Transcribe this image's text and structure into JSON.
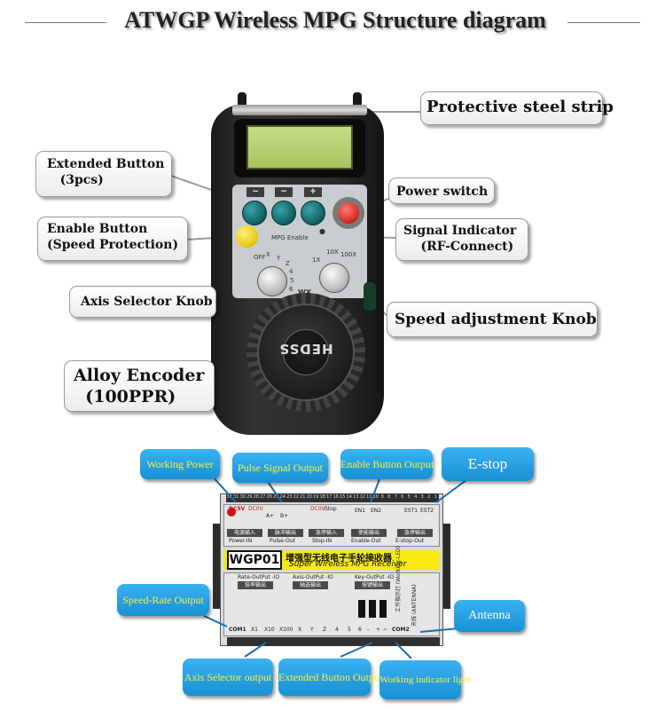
{
  "title": "ATWGP Wireless MPG Structure diagram",
  "pendant": {
    "buttons_symbols": [
      "~",
      "−",
      "+"
    ],
    "enable_text": "MPG Enable",
    "axis_marks": [
      "OFF",
      "X",
      "Y",
      "Z",
      "4",
      "5",
      "6"
    ],
    "speed_marks": [
      "1X",
      "10X",
      "100X"
    ],
    "brand": "WX",
    "wheel_text": "HEDSS"
  },
  "callouts": {
    "protective_steel_strip": "Protective steel strip",
    "extended_button": "Extended Button\n   (3pcs)",
    "power_switch": "Power switch",
    "enable_button": "Enable Button\n(Speed Protection)",
    "signal_indicator": "Signal Indicator\n    (RF-Connect)",
    "axis_selector_knob": "Axis Selector Knob",
    "speed_adjustment_knob": "Speed adjustment Knob",
    "alloy_encoder": "Alloy Encoder\n  (100PPR)"
  },
  "receiver": {
    "model": "WGP01",
    "name_cn": "增强型无线电子手轮接收器",
    "name_en": "Super Wireless MPG Receiver",
    "top_groups": [
      {
        "cn": "电源输入",
        "en": "Power-IN"
      },
      {
        "cn": "脉冲输出",
        "en": "Pulse-Out"
      },
      {
        "cn": "急停输入",
        "en": "Stop-IN"
      },
      {
        "cn": "使能输出",
        "en": "Enable-Out"
      },
      {
        "cn": "急停输出",
        "en": "E-stop-Out"
      }
    ],
    "bottom_groups": [
      {
        "en": "Rate-OutPut -IO",
        "cn": "倍率输出"
      },
      {
        "en": "Axis-OutPut -IO",
        "cn": "轴选输出"
      },
      {
        "en": "Key-OutPut -IO",
        "cn": "按键输出"
      }
    ],
    "top_terminals": [
      "1",
      "2",
      "3",
      "4",
      "5",
      "6",
      "7",
      "8",
      "9",
      "10",
      "11",
      "12",
      "13",
      "14",
      "15",
      "16",
      "17",
      "18",
      "19",
      "20",
      "21",
      "22",
      "23",
      "24",
      "25",
      "26",
      "27",
      "28",
      "29",
      "30",
      "31",
      "32"
    ],
    "bottom_pins": [
      "COM1",
      "X1",
      "X10",
      "X100",
      "X",
      "Y",
      "Z",
      "4",
      "5",
      "6",
      "-",
      "+",
      "~",
      "COM2"
    ],
    "antenna_text": "天线  (ANTENNA)",
    "working_led_text": "工作指示灯 (Working-LED)",
    "power_marks": [
      "DC5V",
      "DC0V",
      "A+",
      "B+",
      "DC0V",
      "Stop",
      "EN1",
      "EN2",
      "EST1",
      "EST2"
    ]
  },
  "bubbles": {
    "working_power": "Working Power",
    "pulse_signal_output": "Pulse Signal Output",
    "enable_button_output": "Enable Button Output",
    "e_stop": "E-stop",
    "speed_rate_output": "Speed-Rate Output",
    "antenna": "Antenna",
    "axis_selector_output": "Axis Selector output",
    "extended_button_output": "Extended Button Output",
    "working_indicator_light": "Working indicator light"
  },
  "colors": {
    "bubble_bg": "#2a9fe2",
    "bubble_text": "#ffef3a",
    "receiver_band": "#f7ea12",
    "button_teal": "#14706f",
    "power_red": "#d1261e"
  }
}
